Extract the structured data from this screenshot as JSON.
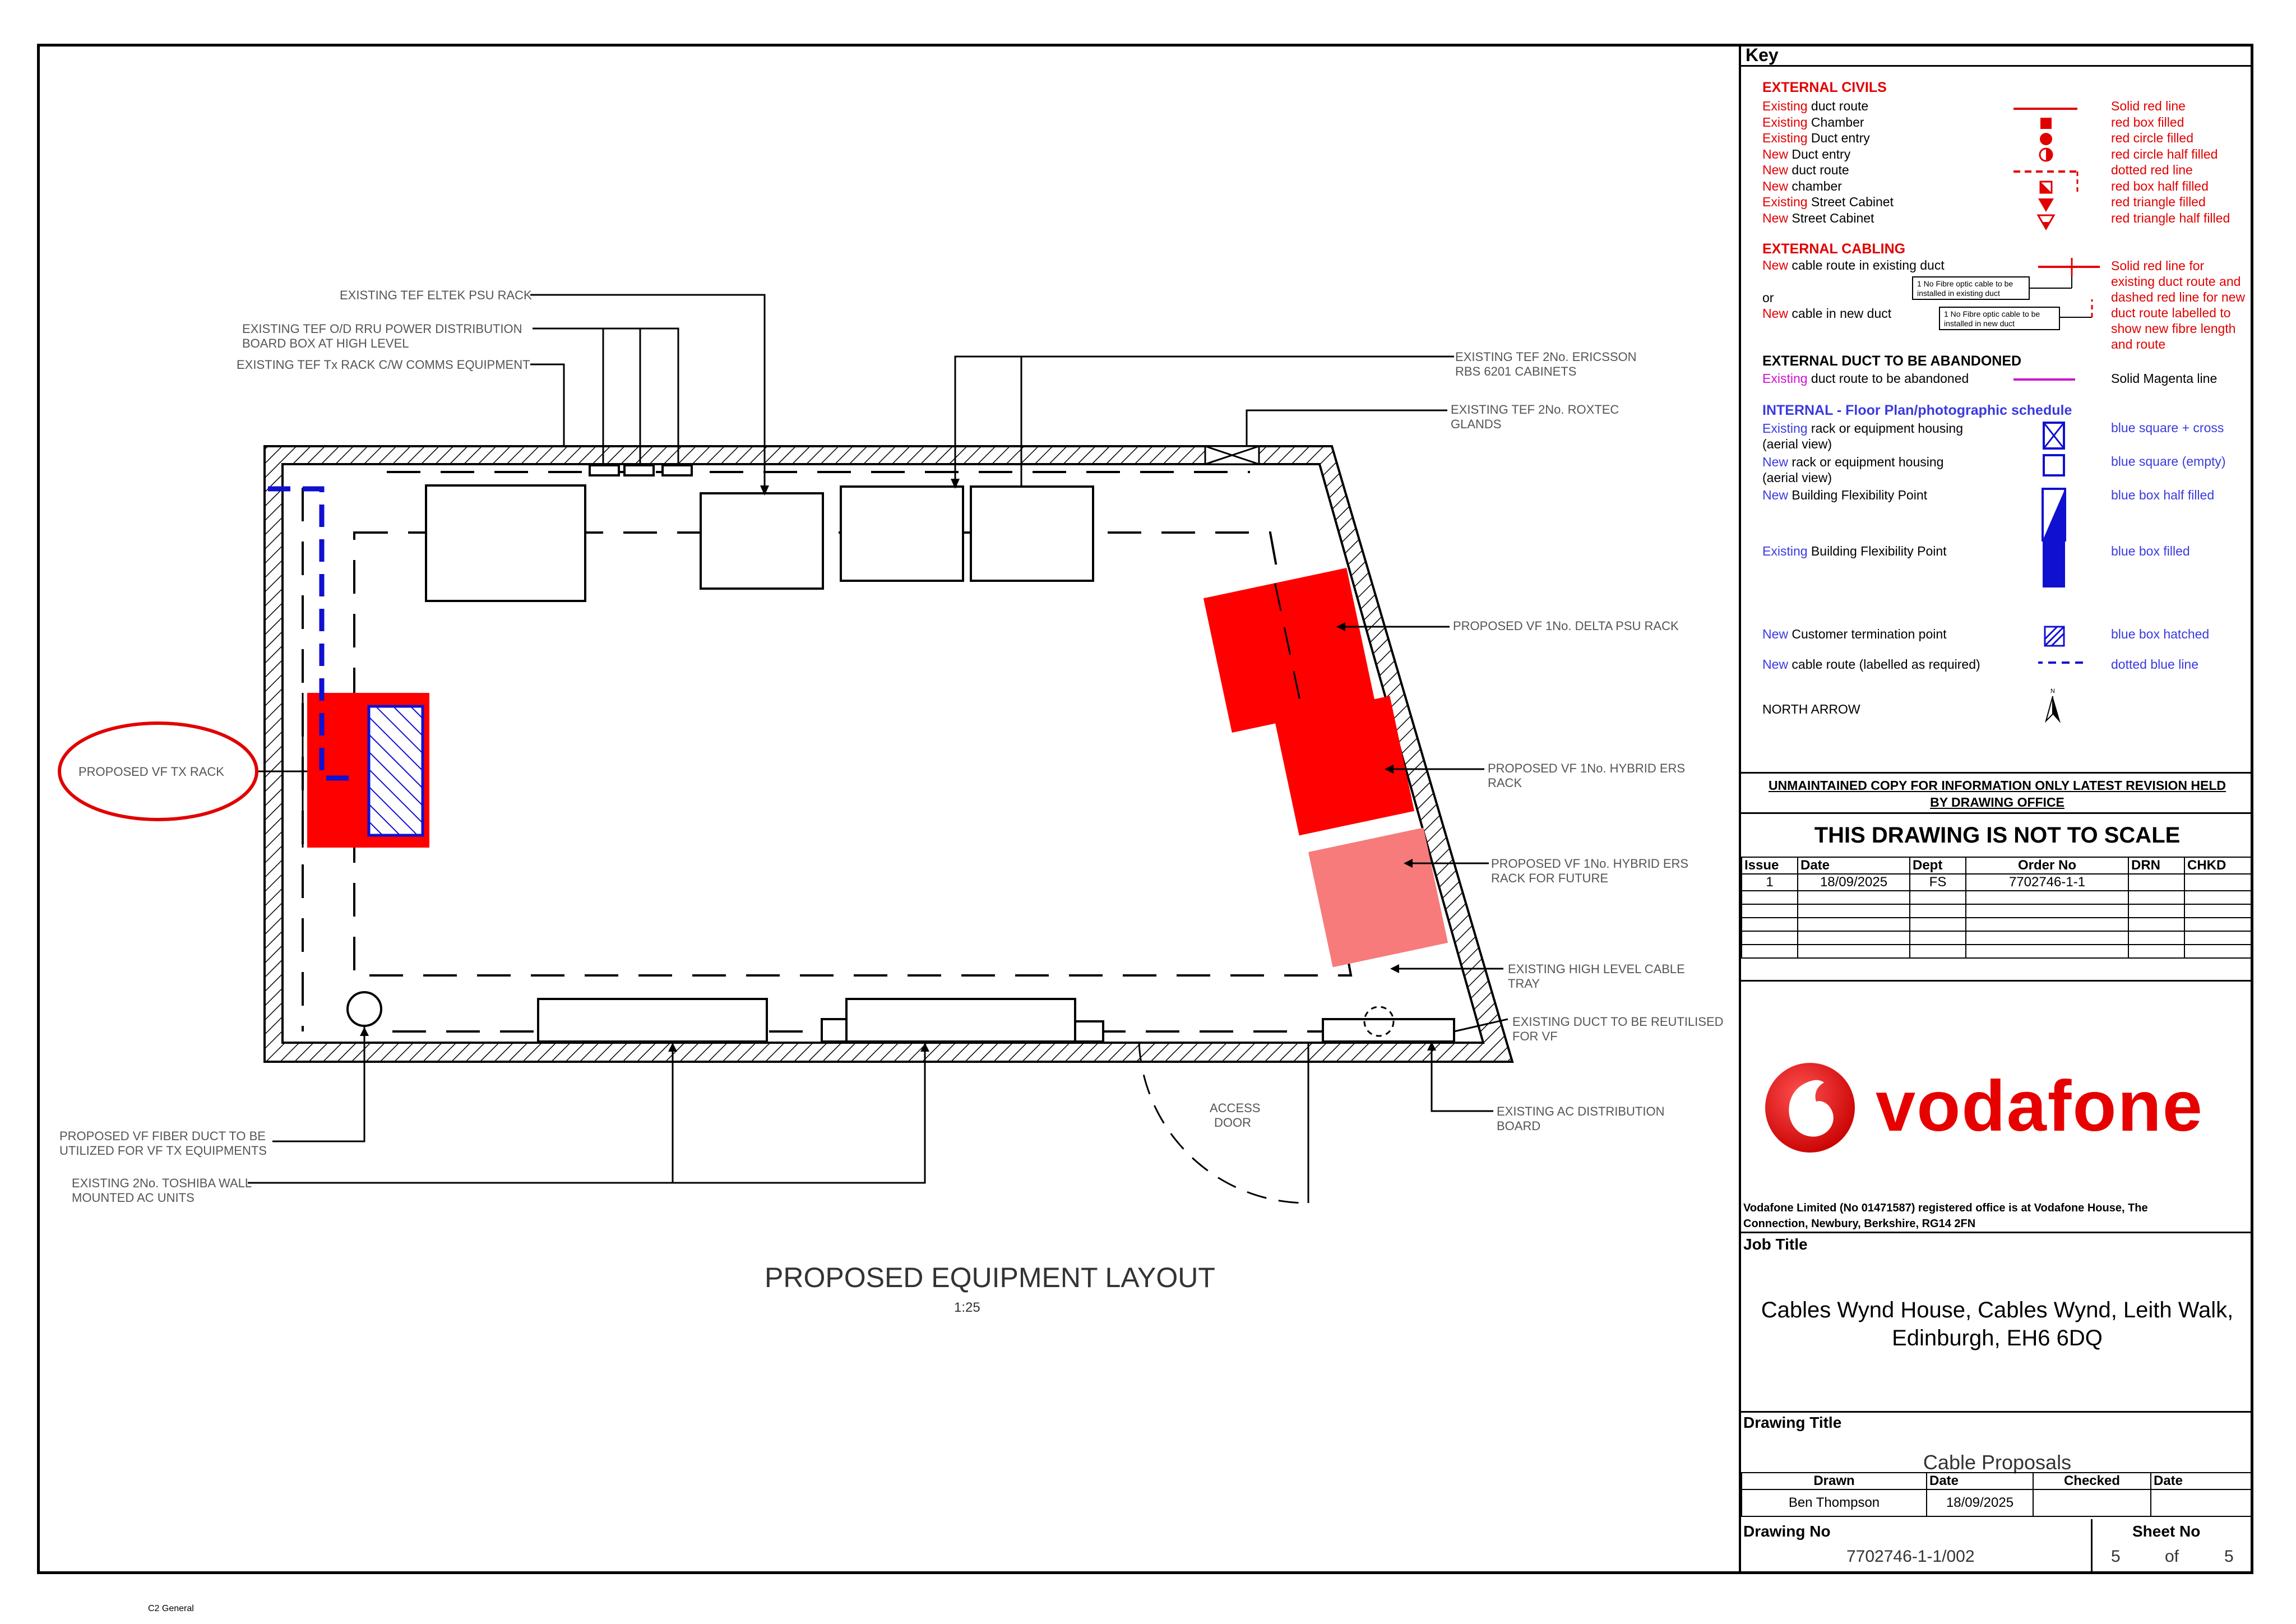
{
  "plan": {
    "title": "PROPOSED EQUIPMENT LAYOUT",
    "scale": "1:25",
    "labels": {
      "eltek": "EXISTING TEF ELTEK PSU RACK",
      "rru1": "EXISTING TEF O/D RRU POWER DISTRIBUTION",
      "rru2": "BOARD BOX AT HIGH LEVEL",
      "tx": "EXISTING TEF Tx RACK C/W COMMS EQUIPMENT",
      "ericsson1": "EXISTING TEF 2No. ERICSSON",
      "ericsson2": "RBS 6201 CABINETS",
      "roxtec1": "EXISTING TEF 2No. ROXTEC",
      "roxtec2": "GLANDS",
      "delta": "PROPOSED VF 1No. DELTA PSU RACK",
      "hybrid1a": "PROPOSED VF 1No. HYBRID ERS",
      "hybrid1b": "RACK",
      "hybrid2a": "PROPOSED VF 1No. HYBRID ERS",
      "hybrid2b": "RACK FOR FUTURE",
      "tray1": "EXISTING HIGH LEVEL CABLE",
      "tray2": "TRAY",
      "ductreuse1": "EXISTING DUCT TO BE REUTILISED",
      "ductreuse2": "FOR VF",
      "acdist1": "EXISTING AC DISTRIBUTION",
      "acdist2": "BOARD",
      "access1": "ACCESS",
      "access2": "DOOR",
      "fiber1": "PROPOSED VF FIBER DUCT TO BE",
      "fiber2": "UTILIZED FOR VF TX EQUIPMENTS",
      "toshiba1": "EXISTING 2No. TOSHIBA WALL",
      "toshiba2": "MOUNTED AC UNITS",
      "txrack": "PROPOSED VF TX RACK",
      "north": "N"
    }
  },
  "footer": {
    "classification": "C2 General"
  },
  "key": {
    "title": "Key",
    "civils": {
      "heading": "EXTERNAL CIVILS",
      "rows": [
        {
          "a": "Existing",
          "b": " duct route",
          "d": "Solid red line"
        },
        {
          "a": "Existing",
          "b": " Chamber",
          "d": "red box filled"
        },
        {
          "a": "Existing",
          "b": " Duct entry",
          "d": "red circle filled"
        },
        {
          "a": "New",
          "b": " Duct entry",
          "d": "red circle half filled"
        },
        {
          "a": "New",
          "b": " duct route",
          "d": "dotted red line"
        },
        {
          "a": "New",
          "b": " chamber",
          "d": "red box half filled"
        },
        {
          "a": "Existing",
          "b": " Street Cabinet",
          "d": "red triangle filled"
        },
        {
          "a": "New",
          "b": " Street Cabinet",
          "d": "red triangle half filled"
        }
      ]
    },
    "cabling": {
      "heading": "EXTERNAL CABLING",
      "row1a": "New",
      "row1b": " cable route in existing duct",
      "or": "or",
      "row2a": "New",
      "row2b": " cable in new duct",
      "note1a": "1 No Fibre optic cable to be",
      "note1b": "installed in existing duct",
      "note2a": "1 No Fibre optic cable to be",
      "note2b": "installed in new duct",
      "desc": [
        "Solid red line for",
        "existing duct route and",
        "dashed red line for new",
        "duct route labelled to",
        "show new fibre length",
        "and route"
      ]
    },
    "abandon": {
      "heading": "EXTERNAL DUCT TO BE ABANDONED",
      "a": "Existing",
      "b": " duct route to be abandoned",
      "d": "Solid Magenta line"
    },
    "internal": {
      "heading": "INTERNAL - Floor Plan/photographic schedule",
      "r1a": "Existing",
      "r1b": " rack or equipment housing",
      "r1c": "(aerial view)",
      "r1d": "blue square + cross",
      "r2a": "New",
      "r2b": " rack or equipment housing",
      "r2c": "(aerial view)",
      "r2d": "blue square (empty)",
      "r3a": "New",
      "r3b": " Building Flexibility Point",
      "r3d": "blue box half filled",
      "r4a": "Existing",
      "r4b": "  Building Flexibility Point",
      "r4d": "blue box filled",
      "r5a": "New",
      "r5b": " Customer termination point",
      "r5d": "blue box hatched",
      "r6a": "New",
      "r6b": " cable route (labelled as required)",
      "r6d": "dotted blue line",
      "north": "NORTH ARROW"
    }
  },
  "notice": {
    "line1": "UNMAINTAINED COPY FOR INFORMATION ONLY LATEST REVISION HELD",
    "line2": "BY DRAWING OFFICE"
  },
  "scale_note": "THIS DRAWING IS NOT TO SCALE",
  "issue_table": {
    "headers": [
      "Issue",
      "Date",
      "Dept",
      "Order No",
      "DRN",
      "CHKD"
    ],
    "rows": [
      [
        "1",
        "18/09/2025",
        "FS",
        "7702746-1-1",
        "",
        ""
      ]
    ]
  },
  "brand": {
    "name": "vodafone",
    "color": "#e60000",
    "registered1": "Vodafone Limited (No 01471587) registered office is at Vodafone House, The",
    "registered2": "Connection, Newbury, Berkshire, RG14 2FN"
  },
  "job": {
    "label": "Job Title",
    "line1": "Cables Wynd House, Cables Wynd, Leith Walk,",
    "line2": "Edinburgh, EH6 6DQ"
  },
  "drawing_title": {
    "label": "Drawing Title",
    "value": "Cable Proposals"
  },
  "drawn_table": {
    "headers": [
      "Drawn",
      "Date",
      "Checked",
      "Date"
    ],
    "values": [
      "Ben Thompson",
      "18/09/2025",
      "",
      ""
    ]
  },
  "drawing_no": {
    "label": "Drawing No",
    "value": "7702746-1-1/002"
  },
  "sheet": {
    "label": "Sheet No",
    "current": "5",
    "of": "of",
    "total": "5"
  },
  "colors": {
    "red": "#ff0000",
    "pink": "#f77b7b",
    "blue": "#1010d0",
    "vodafone_red": "#e60000"
  }
}
